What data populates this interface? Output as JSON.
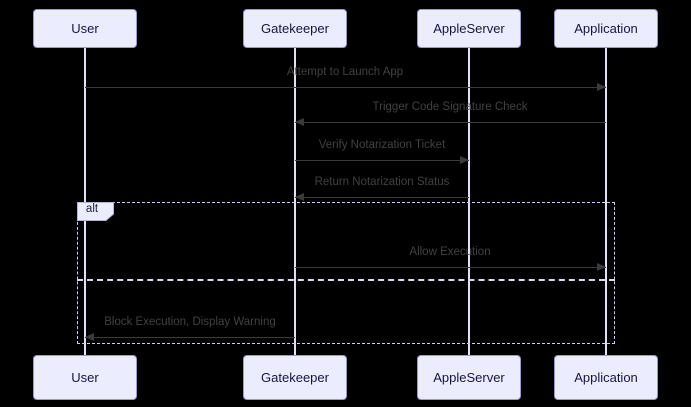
{
  "diagram": {
    "type": "sequence",
    "actors": [
      {
        "name": "User"
      },
      {
        "name": "Gatekeeper"
      },
      {
        "name": "AppleServer"
      },
      {
        "name": "Application"
      }
    ],
    "messages": [
      {
        "from": "User",
        "to": "Application",
        "label": "Attempt to Launch App",
        "direction": "right"
      },
      {
        "from": "Application",
        "to": "Gatekeeper",
        "label": "Trigger Code Signature Check",
        "direction": "left"
      },
      {
        "from": "Gatekeeper",
        "to": "AppleServer",
        "label": "Verify Notarization Ticket",
        "direction": "right"
      },
      {
        "from": "AppleServer",
        "to": "Gatekeeper",
        "label": "Return Notarization Status",
        "direction": "left"
      },
      {
        "from": "Gatekeeper",
        "to": "Application",
        "label": "Allow Execution",
        "direction": "right",
        "branch": "alt"
      },
      {
        "from": "Gatekeeper",
        "to": "User",
        "label": "Block Execution, Display Warning",
        "direction": "left",
        "branch": "else"
      }
    ],
    "frames": [
      {
        "type": "alt",
        "label": "alt"
      }
    ],
    "colors": {
      "background": "#000000",
      "actor_fill": "#ececff",
      "actor_border": "#9a9ac8",
      "lifeline": "#e4def6",
      "message_line": "#3a3a3a",
      "message_text": "#414141",
      "frame_border": "#ccccff",
      "divider": "#ddd7f2",
      "frame_label_fill": "#ececff"
    }
  }
}
